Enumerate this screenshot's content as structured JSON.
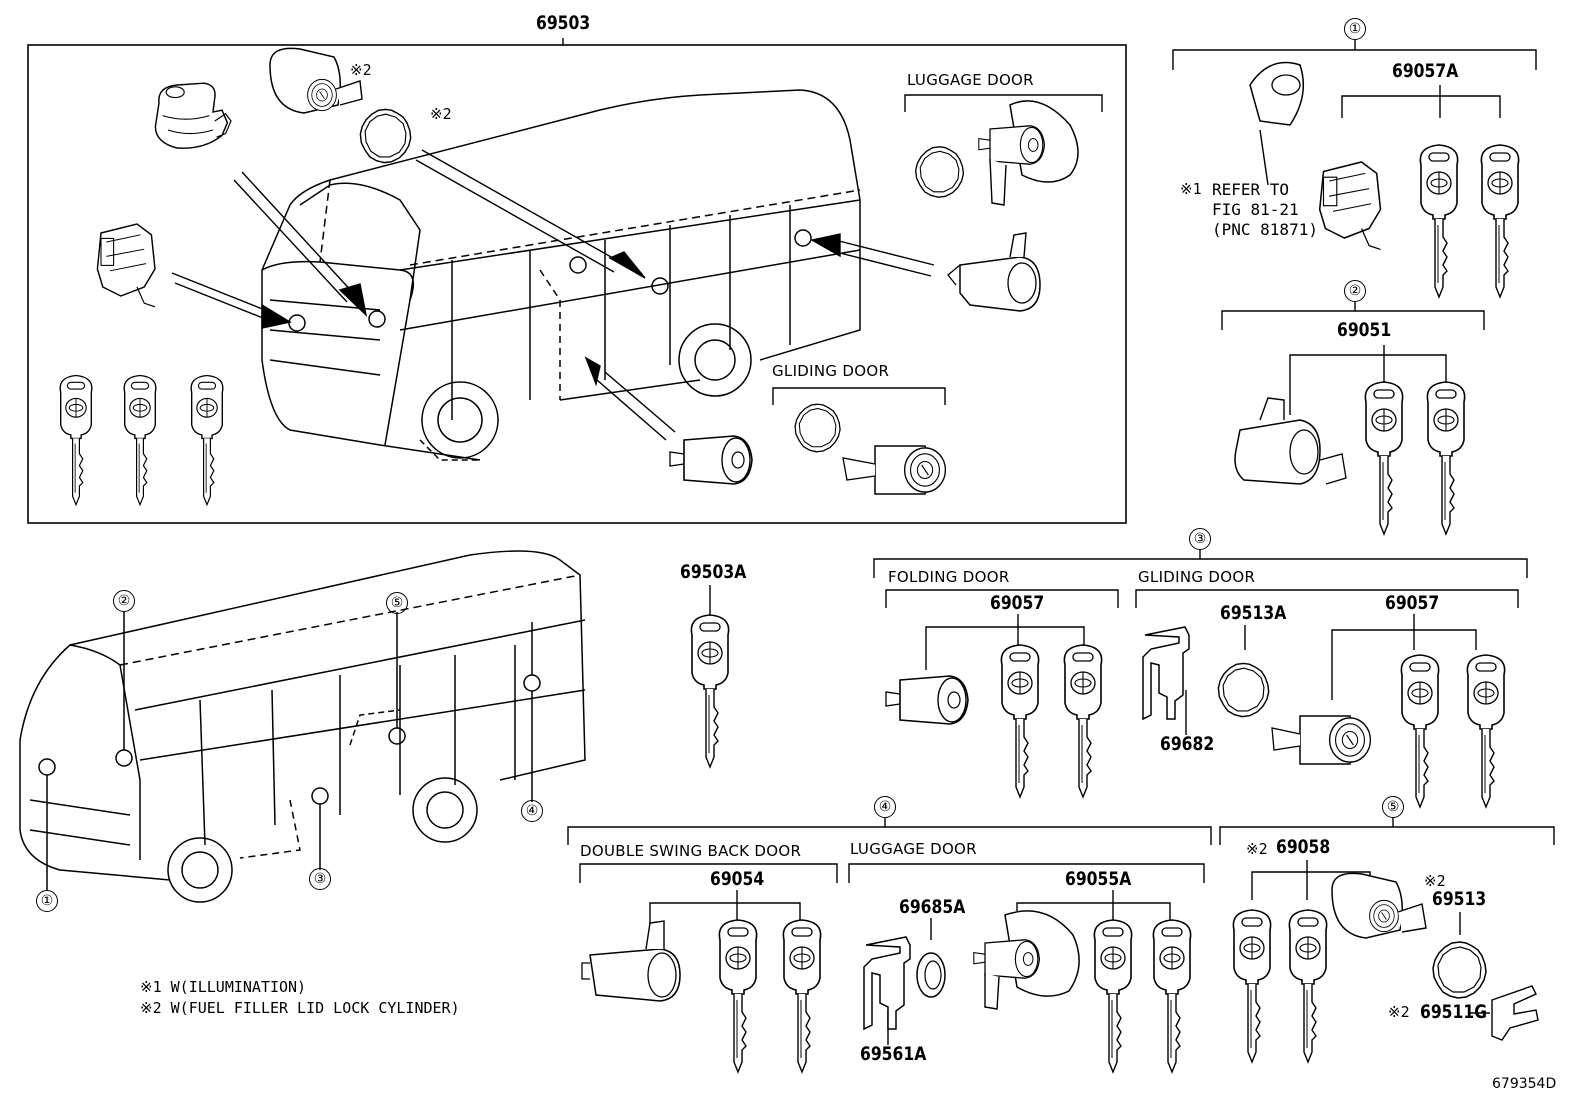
{
  "colors": {
    "line": "#000000",
    "background": "#ffffff"
  },
  "labels": {
    "p69503": "69503",
    "p69057A": "69057A",
    "p69051": "69051",
    "p69503A": "69503A",
    "p69057_fold": "69057",
    "p69057_glide": "69057",
    "p69513A": "69513A",
    "p69682": "69682",
    "p69054": "69054",
    "p69685A": "69685A",
    "p69055A": "69055A",
    "p69561A": "69561A",
    "p69058": "69058",
    "p69513": "69513",
    "p69511G": "69511G",
    "mark2": "※2",
    "mark1": "※1"
  },
  "doors": {
    "luggage_top": "LUGGAGE DOOR",
    "gliding_top": "GLIDING DOOR",
    "folding": "FOLDING DOOR",
    "gliding_mid": "GLIDING DOOR",
    "double_swing": "DOUBLE SWING BACK DOOR",
    "luggage_bottom": "LUGGAGE DOOR"
  },
  "refer": {
    "line1": "REFER TO",
    "line2": "FIG 81-21",
    "line3": "(PNC 81871)"
  },
  "callouts": [
    "①",
    "②",
    "③",
    "④",
    "⑤"
  ],
  "notes": {
    "note1": "※1 W(ILLUMINATION)",
    "note2": "※2 W(FUEL FILLER LID LOCK CYLINDER)"
  },
  "catalog_number": "679354D",
  "icons": [
    "key-icon",
    "lock-cylinder-icon",
    "door-lock-assembly-icon",
    "gasket-ring-icon",
    "retainer-clip-icon",
    "bus-outline-icon",
    "arrow-icon"
  ]
}
